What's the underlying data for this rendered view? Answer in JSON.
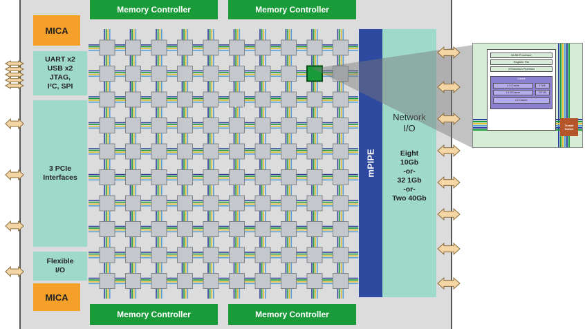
{
  "memory_controllers": {
    "top_left": "Memory Controller",
    "top_right": "Memory Controller",
    "bottom_left": "Memory Controller",
    "bottom_right": "Memory Controller"
  },
  "mica": {
    "top": "MICA",
    "bottom": "MICA"
  },
  "io_blocks": {
    "uart": "UART x2\nUSB x2\nJTAG,\nI²C, SPI",
    "pcie": "3 PCIe\nInterfaces",
    "flexible": "Flexible\nI/O"
  },
  "mpipe": "mPIPE",
  "network": {
    "title": "Network\nI/O",
    "detail": "Eight\n10Gb\n-or-\n32 1Gb\n-or-\nTwo 40Gb"
  },
  "mesh": {
    "rows": 10,
    "cols": 10,
    "highlighted_tile": {
      "row": 1,
      "col": 8
    },
    "highlight_color": "#1a9b3a"
  },
  "tile_detail": {
    "processor": "64-Bit Processor",
    "register_file": "Register File",
    "pipelines": "3 Execution Pipelines",
    "cache_header": "Cache",
    "l1i": "L1 ICache",
    "itlb": "ITLB",
    "l1d": "L1 DCache",
    "dtlb": "DTLB",
    "l2": "L2 Cache",
    "switch": "Terabit\nSwitch"
  },
  "colors": {
    "memory_controller": "#1a9b3a",
    "mica": "#f5a028",
    "io": "#9fd9c9",
    "mpipe": "#2e4aa0",
    "switch": "#b5562a"
  }
}
